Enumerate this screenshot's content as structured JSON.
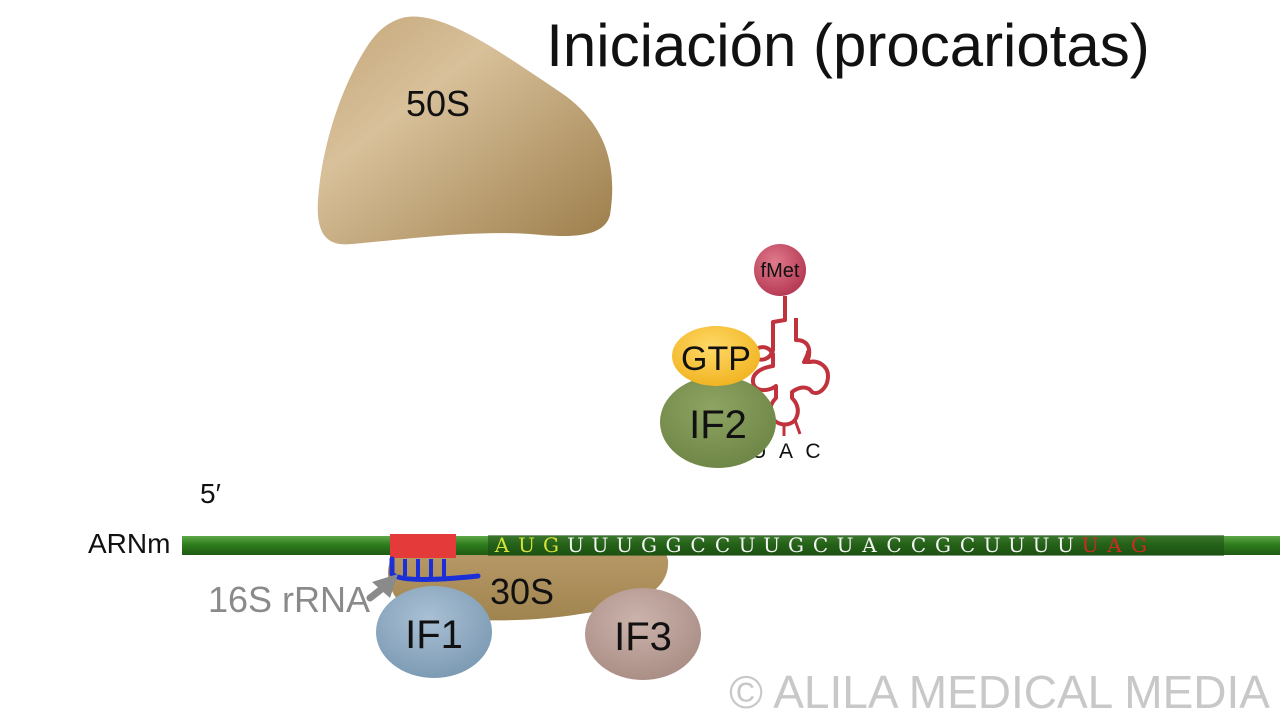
{
  "title": "Iniciación (procariotas)",
  "subunits": {
    "large": "50S",
    "small": "30S"
  },
  "factors": {
    "if1": "IF1",
    "if2": "IF2",
    "if3": "IF3",
    "gtp": "GTP"
  },
  "trna": {
    "amino_acid": "fMet",
    "anticodon": [
      "U",
      "A",
      "C"
    ]
  },
  "mrna": {
    "label": "ARNm",
    "five_prime": "5′",
    "start_codon": [
      "A",
      "U",
      "G"
    ],
    "sequence": [
      "U",
      "U",
      "U",
      "G",
      "G",
      "C",
      "C",
      "U",
      "U",
      "G",
      "C",
      "U",
      "A",
      "C",
      "C",
      "G",
      "C",
      "U",
      "U",
      "U",
      "U"
    ],
    "stop_codon": [
      "U",
      "A",
      "G"
    ]
  },
  "rrna_label": "16S rRNA",
  "watermark": "© ALILA MEDICAL MEDIA",
  "colors": {
    "ribosome": "#a88a59",
    "mrna_strand": "#2e7d1c",
    "start_codon": "#d8e23a",
    "stop_codon": "#d02a20",
    "shine_dalgarno": "#e53a3a",
    "rrna": "#1a2fd8",
    "trna": "#c0323c",
    "fmet": "#c2445a",
    "gtp": "#f5c033",
    "if1": "#8aa6be",
    "if2": "#7a9150",
    "if3": "#b89c94"
  }
}
